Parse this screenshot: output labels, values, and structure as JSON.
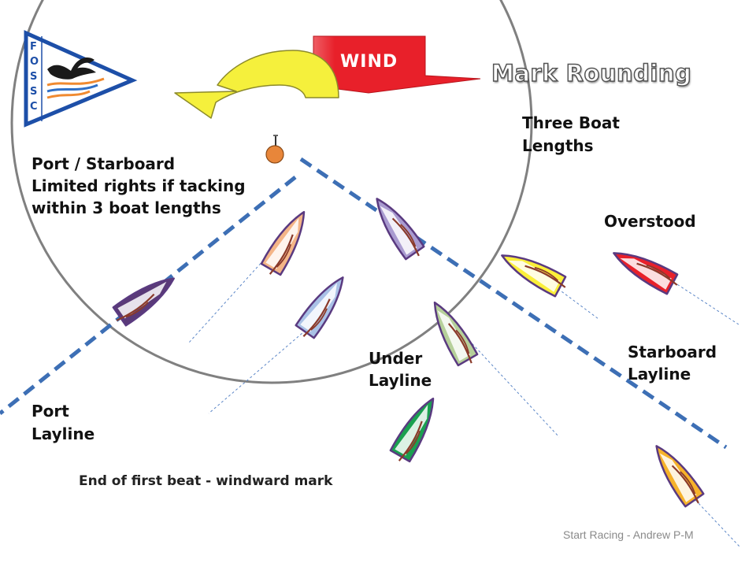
{
  "header": {
    "title": "Mark Rounding",
    "wind_label": "WIND"
  },
  "logo": {
    "letters": [
      "F",
      "O",
      "S",
      "S",
      "C"
    ]
  },
  "labels": {
    "port_starboard_line1": "Port / Starboard",
    "port_starboard_line2": "Limited rights if tacking",
    "port_starboard_line3": "within 3 boat lengths",
    "three_boat_line1": "Three Boat",
    "three_boat_line2": "Lengths",
    "overstood": "Overstood",
    "starboard_layline_line1": "Starboard",
    "starboard_layline_line2": "Layline",
    "under_layline_line1": "Under",
    "under_layline_line2": "Layline",
    "port_layline_line1": "Port",
    "port_layline_line2": "Layline"
  },
  "footer": {
    "subtitle": "End of first beat  - windward mark",
    "credit": "Start Racing - Andrew P-M"
  },
  "colors": {
    "wind_arrow": "#e8202a",
    "tack_arrow": "#f5f03c",
    "layline": "#3d6fb5",
    "mark": "#e8863a",
    "circle": "#808080"
  },
  "boats": [
    {
      "name": "purple-boat",
      "color": "#5a3a78"
    },
    {
      "name": "peach-boat",
      "color": "#f4b587"
    },
    {
      "name": "lavender-boat",
      "color": "#a99bd0"
    },
    {
      "name": "light-blue-boat",
      "color": "#a9c1e6"
    },
    {
      "name": "yellow-boat",
      "color": "#fbef3a"
    },
    {
      "name": "red-boat",
      "color": "#e8202a"
    },
    {
      "name": "sage-boat",
      "color": "#b6d09a"
    },
    {
      "name": "green-boat",
      "color": "#1aa050"
    },
    {
      "name": "orange-boat",
      "color": "#f6b22a"
    }
  ]
}
